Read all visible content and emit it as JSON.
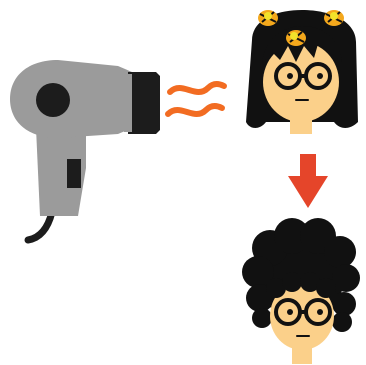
{
  "scene": {
    "items": [
      {
        "id": "hair-dryer",
        "icon": "hair-dryer-icon"
      },
      {
        "id": "hot-air",
        "icon": "heat-waves-icon"
      },
      {
        "id": "before",
        "icon": "person-long-hair-curlers-icon"
      },
      {
        "id": "transition",
        "icon": "arrow-down-icon"
      },
      {
        "id": "after",
        "icon": "person-curly-afro-hair-icon"
      }
    ]
  },
  "colors": {
    "dryer_body": "#9b9b9b",
    "dryer_dark": "#1c1c1c",
    "heat_waves": "#f26c22",
    "hair": "#111111",
    "curler": "#f4a81c",
    "curler_pin": "#f2e22a",
    "skin": "#fbd08a",
    "arrow": "#e5452a"
  }
}
